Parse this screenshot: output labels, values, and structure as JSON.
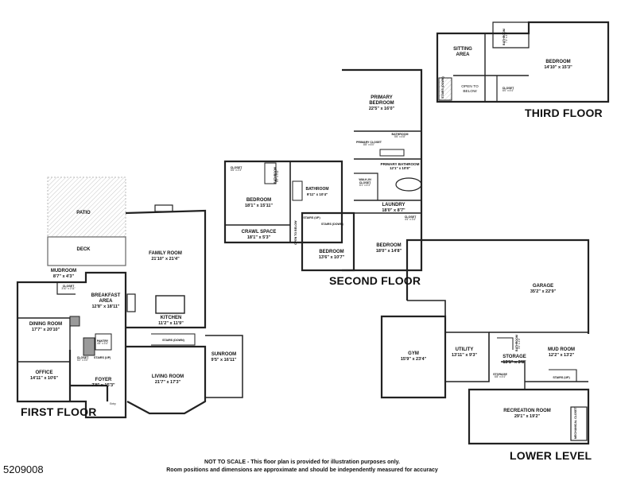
{
  "floors": {
    "first": {
      "title": "FIRST FLOOR",
      "rooms": {
        "patio": {
          "name": "PATIO",
          "dims": ""
        },
        "deck": {
          "name": "DECK",
          "dims": ""
        },
        "family_room": {
          "name": "FAMILY ROOM",
          "dims": "21'10\" x 21'4\""
        },
        "mudroom": {
          "name": "MUDROOM",
          "dims": "8'7\" x 4'3\""
        },
        "closet": {
          "name": "CLOSET",
          "dims": "3'10\" x 2'11\""
        },
        "breakfast_area": {
          "name": "BREAKFAST AREA",
          "dims": "12'8\" x 18'11\""
        },
        "dining_room": {
          "name": "DINING ROOM",
          "dims": "17'7\" x 20'10\""
        },
        "kitchen": {
          "name": "KITCHEN",
          "dims": "11'2\" x 11'9\""
        },
        "pantry": {
          "name": "PANTRY",
          "dims": "4'8\" x 3'4\""
        },
        "stairs_lower": {
          "name": "STAIRS (DOWN)",
          "dims": ""
        },
        "closet_foyer": {
          "name": "CLOSET",
          "dims": "5'2\" x 3'0\""
        },
        "stairs_up": {
          "name": "STAIRS (UP)",
          "dims": ""
        },
        "sunroom": {
          "name": "SUNROOM",
          "dims": "9'5\" x 16'11\""
        },
        "office": {
          "name": "OFFICE",
          "dims": "14'11\" x 10'6\""
        },
        "foyer": {
          "name": "FOYER",
          "dims": "7'8\" x 15'3\""
        },
        "living_room": {
          "name": "LIVING ROOM",
          "dims": "21'7\" x 17'3\""
        },
        "entry": {
          "name": "Entry",
          "dims": ""
        }
      }
    },
    "second": {
      "title": "SECOND FLOOR",
      "rooms": {
        "primary_bedroom": {
          "name": "PRIMARY BEDROOM",
          "dims": "22'5\" x 16'0\""
        },
        "bathroom_1": {
          "name": "BATHROOM",
          "dims": "5'6\" x 4'8\""
        },
        "primary_closet": {
          "name": "PRIMARY CLOSET",
          "dims": "8'8\" x 6'0\""
        },
        "primary_bathroom": {
          "name": "PRIMARY BATHROOM",
          "dims": "12'1\" x 10'8\""
        },
        "walk_in_closet": {
          "name": "WALK-IN CLOSET",
          "dims": "6'1\" x 4'3\""
        },
        "closet_a": {
          "name": "CLOSET",
          "dims": "6'6\" x 2'3\""
        },
        "bathroom_2": {
          "name": "BATHROOM",
          "dims": "8'5\" x 5'11\""
        },
        "bathroom_3": {
          "name": "BATHROOM",
          "dims": "9'11\" x 10'4\""
        },
        "bedroom_a": {
          "name": "BEDROOM",
          "dims": "18'1\" x 15'11\""
        },
        "laundry": {
          "name": "LAUNDRY",
          "dims": "18'0\" x 8'7\""
        },
        "crawl_space": {
          "name": "CRAWL SPACE",
          "dims": "18'1\" x 5'3\""
        },
        "stairs_up": {
          "name": "STAIRS (UP)",
          "dims": ""
        },
        "stairs_down": {
          "name": "STAIRS (DOWN)",
          "dims": ""
        },
        "open_to_below": {
          "name": "OPEN TO BELOW",
          "dims": ""
        },
        "closet_b": {
          "name": "CLOSET",
          "dims": "4'4\" x 3'4\""
        },
        "bedroom_b": {
          "name": "BEDROOM",
          "dims": "13'6\" x 10'7\""
        },
        "bedroom_c": {
          "name": "BEDROOM",
          "dims": "18'0\" x 14'8\""
        }
      }
    },
    "third": {
      "title": "THIRD FLOOR",
      "rooms": {
        "sitting_area": {
          "name": "SITTING AREA",
          "dims": ""
        },
        "bathroom": {
          "name": "BATHROOM",
          "dims": "7'1\" x 4'9\""
        },
        "bedroom": {
          "name": "BEDROOM",
          "dims": "14'10\" x 15'3\""
        },
        "stairs": {
          "name": "STAIRS (DOWN)",
          "dims": ""
        },
        "open_to_below": {
          "name": "OPEN TO BELOW",
          "dims": ""
        },
        "closet": {
          "name": "CLOSET",
          "dims": "6'0\" x 4'4\""
        }
      }
    },
    "lower": {
      "title": "LOWER LEVEL",
      "rooms": {
        "garage": {
          "name": "GARAGE",
          "dims": "35'2\" x 22'9\""
        },
        "gym": {
          "name": "GYM",
          "dims": "15'9\" x 23'4\""
        },
        "utility": {
          "name": "UTILITY",
          "dims": "13'11\" x 9'3\""
        },
        "bathroom": {
          "name": "BATHROOM",
          "dims": "5'0\" x 4'6\""
        },
        "mud_room": {
          "name": "MUD ROOM",
          "dims": "12'2\" x 13'2\""
        },
        "storage_a": {
          "name": "STORAGE",
          "dims": "13'1\" x 3'8\""
        },
        "storage_b": {
          "name": "STORAGE",
          "dims": "6'8\" x 4'4\""
        },
        "stairs_up": {
          "name": "STAIRS (UP)",
          "dims": ""
        },
        "recreation_room": {
          "name": "RECREATION ROOM",
          "dims": "29'1\" x 19'2\""
        },
        "mechanical_closet": {
          "name": "MECHANICAL CLOSET",
          "dims": ""
        }
      }
    }
  },
  "footer": {
    "listing_id": "5209008",
    "disclaimer_1": "NOT TO SCALE - This floor plan is provided for illustration purposes only.",
    "disclaimer_2": "Room positions and dimensions are approximate and should be independently measured for accuracy"
  },
  "colors": {
    "wall": "#222222",
    "hatch": "#bdbdbd",
    "fill_dark": "#9a9a9a",
    "background": "#ffffff"
  }
}
